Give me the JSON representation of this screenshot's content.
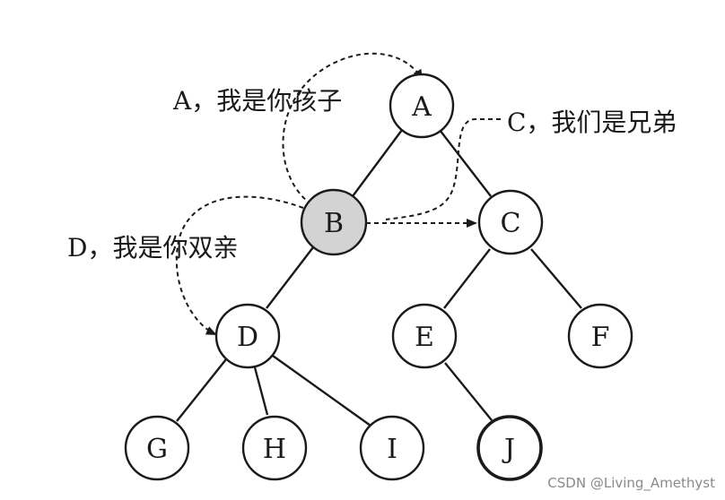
{
  "colors": {
    "node_fill": "#ffffff",
    "highlight_fill": "#d3d3d3",
    "stroke": "#1a1a1a",
    "watermark": "#8a8a8a"
  },
  "nodes": [
    {
      "id": "A",
      "label": "A"
    },
    {
      "id": "B",
      "label": "B",
      "highlighted": true
    },
    {
      "id": "C",
      "label": "C"
    },
    {
      "id": "D",
      "label": "D"
    },
    {
      "id": "E",
      "label": "E"
    },
    {
      "id": "F",
      "label": "F"
    },
    {
      "id": "G",
      "label": "G"
    },
    {
      "id": "H",
      "label": "H"
    },
    {
      "id": "I",
      "label": "I"
    },
    {
      "id": "J",
      "label": "J",
      "bold": true
    }
  ],
  "edges": [
    [
      "A",
      "B"
    ],
    [
      "A",
      "C"
    ],
    [
      "B",
      "D"
    ],
    [
      "C",
      "E"
    ],
    [
      "C",
      "F"
    ],
    [
      "D",
      "G"
    ],
    [
      "D",
      "H"
    ],
    [
      "D",
      "I"
    ],
    [
      "E",
      "J"
    ]
  ],
  "callouts": {
    "parent": "A，我是你孩子",
    "sibling": "C，我们是兄弟",
    "child": "D，我是你双亲"
  },
  "watermark": "CSDN @Living_Amethyst"
}
